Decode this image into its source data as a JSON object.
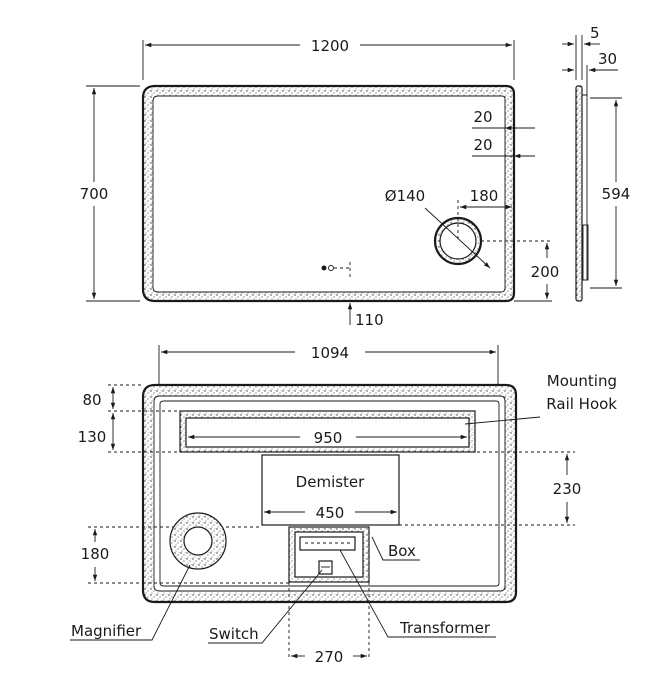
{
  "front_view": {
    "width": "1200",
    "height": "700",
    "edge_top": "20",
    "edge_side": "20",
    "magnifier_diameter": "Ø140",
    "magnifier_right_offset": "180",
    "magnifier_bottom_offset": "200",
    "sensor_offset": "110"
  },
  "side_view": {
    "glass_thickness": "5",
    "total_depth": "30",
    "rail_height": "594"
  },
  "rear_view": {
    "width": "1094",
    "top_offset": "80",
    "rail_height": "130",
    "rail_width": "950",
    "demister_label": "Demister",
    "demister_width": "450",
    "demister_offset": "230",
    "magnifier_offset": "180",
    "box_width": "270",
    "mounting_label_line1": "Mounting",
    "mounting_label_line2": "Rail Hook",
    "box_label": "Box",
    "magnifier_label": "Magnifier",
    "switch_label": "Switch",
    "transformer_label": "Transformer"
  },
  "colors": {
    "line": "#1a1a1a",
    "background": "#ffffff"
  }
}
